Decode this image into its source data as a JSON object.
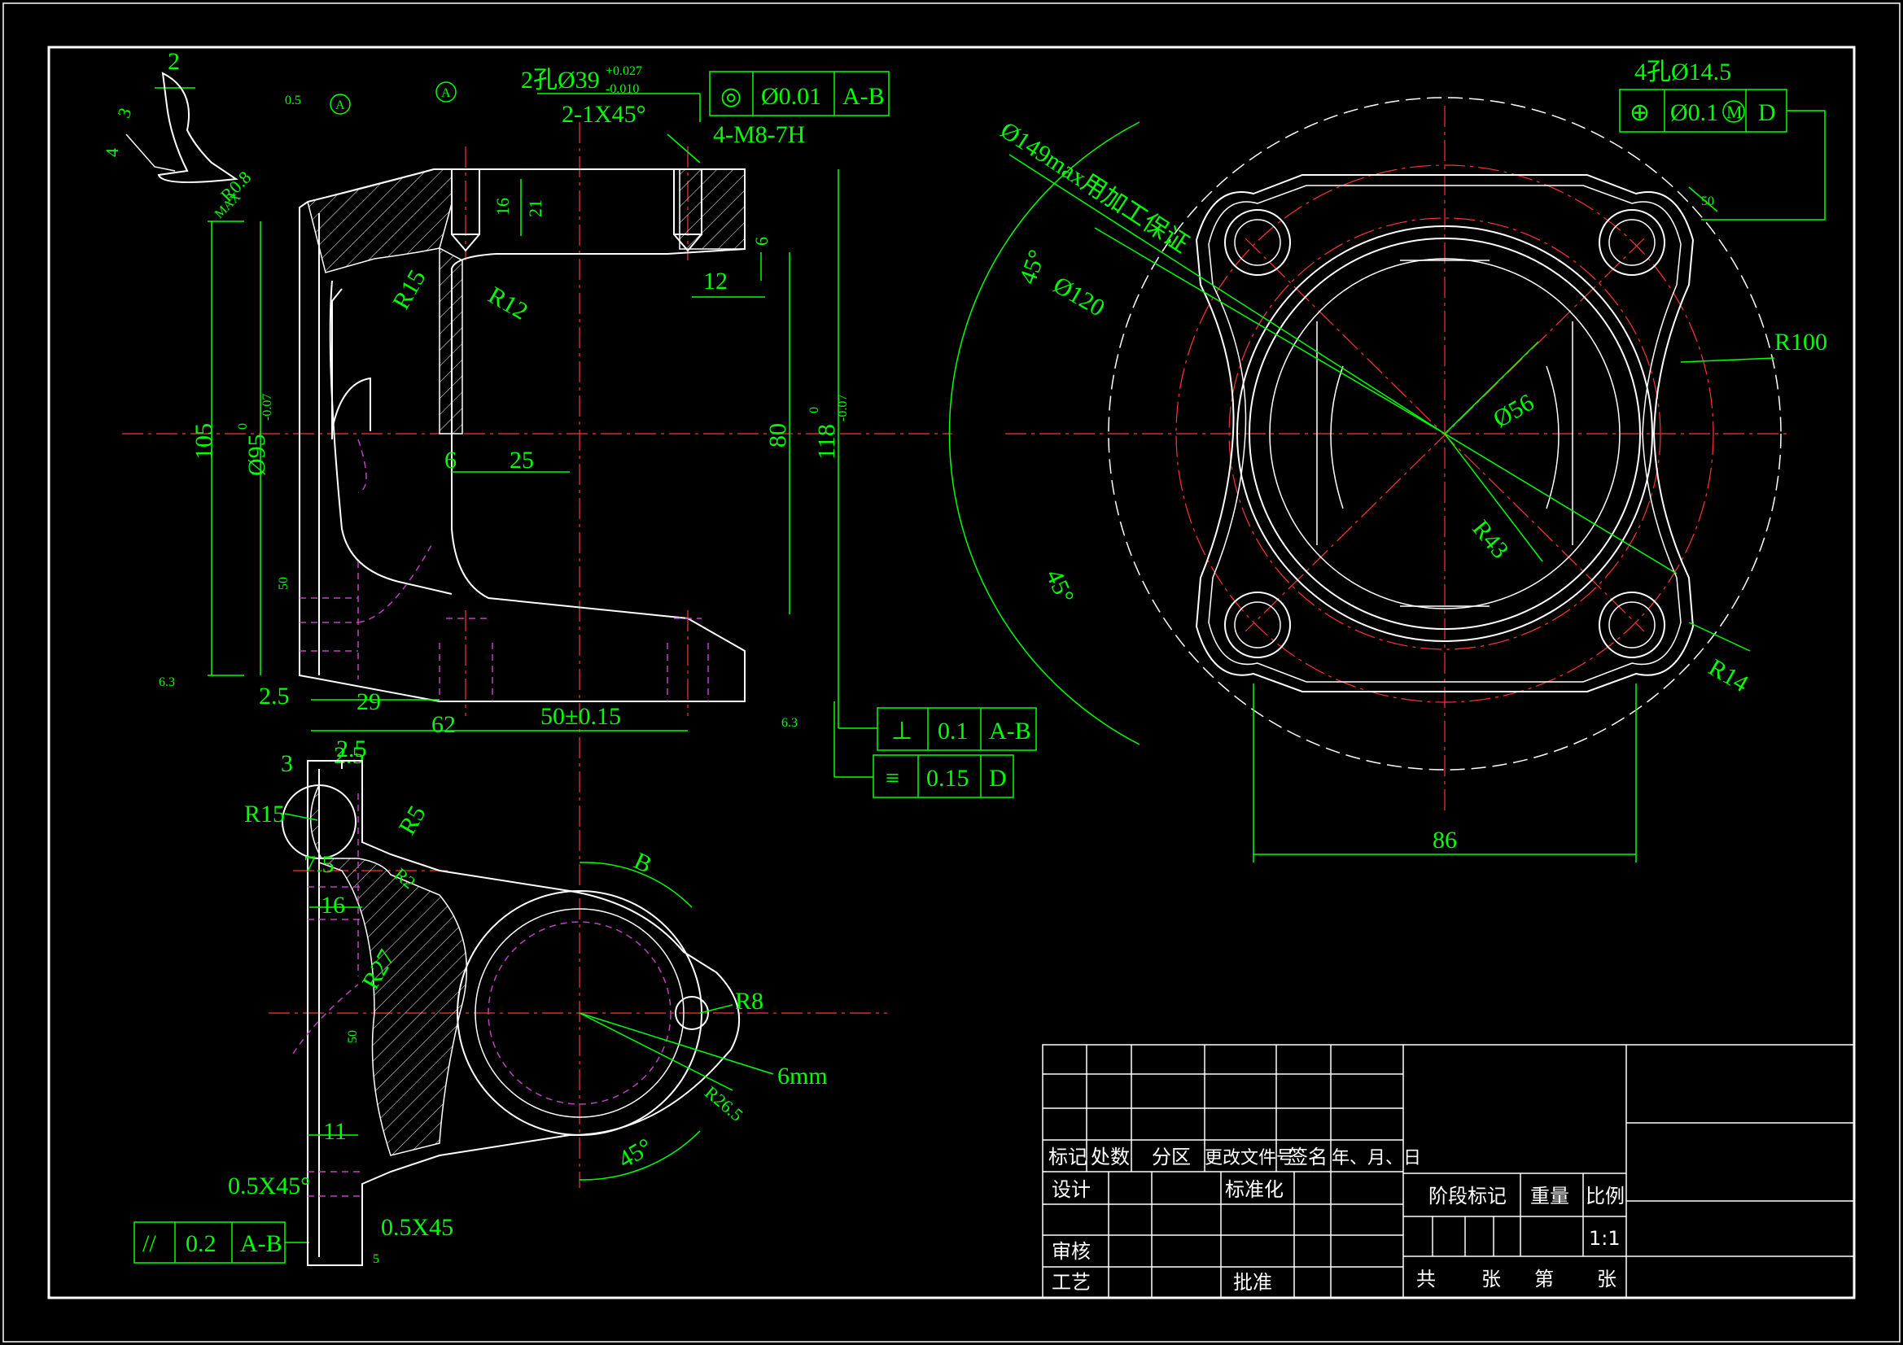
{
  "colors": {
    "background": "#000000",
    "outline": "#ffffff",
    "dimension": "#00ff00",
    "centerline": "#ff3333",
    "hidden": "#c040c0"
  },
  "top_view_dims": {
    "d2": "2",
    "d3": "3",
    "d4": "4",
    "r08": "R0.8",
    "max": "MAX",
    "d05a": "0.5",
    "datum_a": "A",
    "datum_a2": "A",
    "holes": "2孔Ø39",
    "holes_tol_up": "+0.027",
    "holes_tol_low": "-0.010",
    "chamfer": "2-1X45°",
    "thread": "4-M8-7H",
    "s16": "16",
    "s21": "21",
    "s6a": "6",
    "s12": "12",
    "r15": "R15",
    "r12": "R12",
    "s105": "105",
    "phi95": "Ø95",
    "phi95_up": "0",
    "phi95_low": "-0.07",
    "s6b": "6",
    "s25": "25",
    "s80": "80",
    "s118": "118",
    "s118_up": "0",
    "s118_low": "-0.07",
    "s50b": "50",
    "rough63a": "6.3",
    "s25b": "2.5",
    "s29": "29",
    "s62": "62",
    "s50": "50±0.15",
    "rough63b": "6.3",
    "s2a": "2.5"
  },
  "fcf_concentric": {
    "symbol": "◎",
    "value": "Ø0.01",
    "datum": "A-B"
  },
  "fcf_perp": {
    "symbol": "⊥",
    "value": "0.1",
    "datum": "A-B"
  },
  "fcf_sym": {
    "symbol": "≡",
    "value": "0.15",
    "datum": "D"
  },
  "fcf_parallel": {
    "symbol": "//",
    "value": "0.2",
    "datum": "A-B"
  },
  "fcf_position": {
    "title": "4孔Ø14.5",
    "symbol": "⊕",
    "value": "Ø0.1",
    "modifier": "M",
    "datum": "D"
  },
  "right_view_dims": {
    "phi149": "Ø149max用加工保证",
    "ang45a": "45°",
    "phi120": "Ø120",
    "r100": "R100",
    "phi56": "Ø56",
    "r43": "R43",
    "ang45b": "45°",
    "r14": "R14",
    "s86": "86",
    "s50c": "50"
  },
  "bottom_view_dims": {
    "s3": "3",
    "s25c": "2.5",
    "r15b": "R15",
    "r5": "R5",
    "s75": "7.5",
    "r2": "R2",
    "s16b": "16",
    "b": "B",
    "r27": "R27",
    "s50d": "50",
    "r8": "R8",
    "mm6": "6mm",
    "r265": "R26.5",
    "ang45c": "45°",
    "s11": "11",
    "ch05a": "0.5X45°",
    "ch05b": "0.5X45",
    "s5": "5"
  },
  "title_block": {
    "mark": "标记",
    "count": "处数",
    "zone": "分区",
    "change_doc": "更改文件号",
    "sign": "签名",
    "date": "年、月、日",
    "design": "设计",
    "standard": "标准化",
    "stage": "阶段标记",
    "weight": "重量",
    "scale": "比例",
    "scale_value": "1:1",
    "review": "审核",
    "process": "工艺",
    "approve": "批准",
    "total": "共",
    "sheets1": "张",
    "sheet_no": "第",
    "sheets2": "张"
  }
}
